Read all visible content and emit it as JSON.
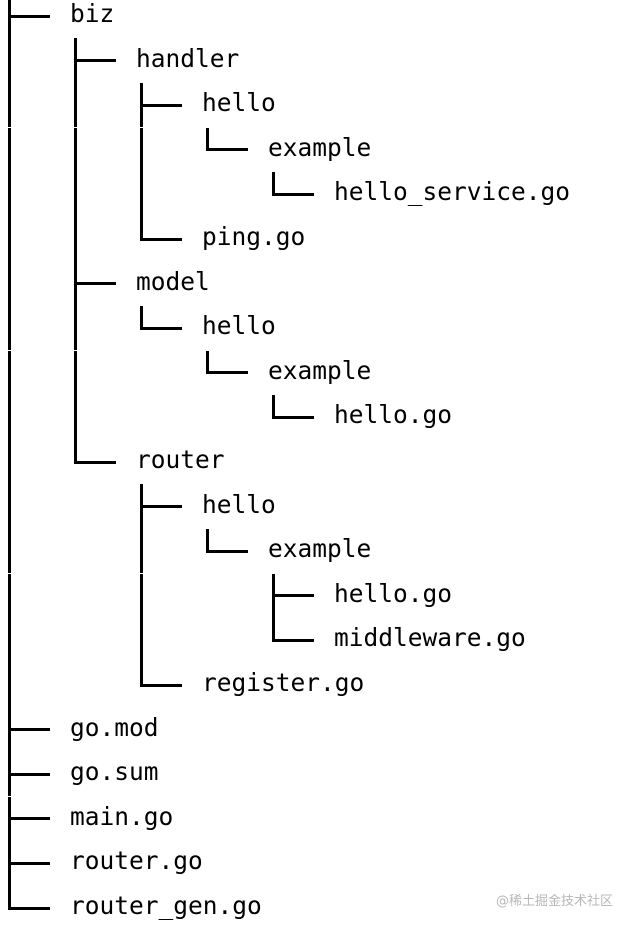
{
  "tree": {
    "items": [
      {
        "name": "biz",
        "depth": 0,
        "last": false
      },
      {
        "name": "handler",
        "depth": 1,
        "last": false
      },
      {
        "name": "hello",
        "depth": 2,
        "last": false
      },
      {
        "name": "example",
        "depth": 3,
        "last": true
      },
      {
        "name": "hello_service.go",
        "depth": 4,
        "last": true
      },
      {
        "name": "ping.go",
        "depth": 2,
        "last": true
      },
      {
        "name": "model",
        "depth": 1,
        "last": false
      },
      {
        "name": "hello",
        "depth": 2,
        "last": true
      },
      {
        "name": "example",
        "depth": 3,
        "last": true
      },
      {
        "name": "hello.go",
        "depth": 4,
        "last": true
      },
      {
        "name": "router",
        "depth": 1,
        "last": true
      },
      {
        "name": "hello",
        "depth": 2,
        "last": false
      },
      {
        "name": "example",
        "depth": 3,
        "last": true
      },
      {
        "name": "hello.go",
        "depth": 4,
        "last": false
      },
      {
        "name": "middleware.go",
        "depth": 4,
        "last": true
      },
      {
        "name": "register.go",
        "depth": 2,
        "last": true
      },
      {
        "name": "go.mod",
        "depth": 0,
        "last": false
      },
      {
        "name": "go.sum",
        "depth": 0,
        "last": false
      },
      {
        "name": "main.go",
        "depth": 0,
        "last": false
      },
      {
        "name": "router.go",
        "depth": 0,
        "last": false
      },
      {
        "name": "router_gen.go",
        "depth": 0,
        "last": true
      }
    ]
  },
  "watermark": {
    "text": "@稀土掘金技术社区"
  }
}
